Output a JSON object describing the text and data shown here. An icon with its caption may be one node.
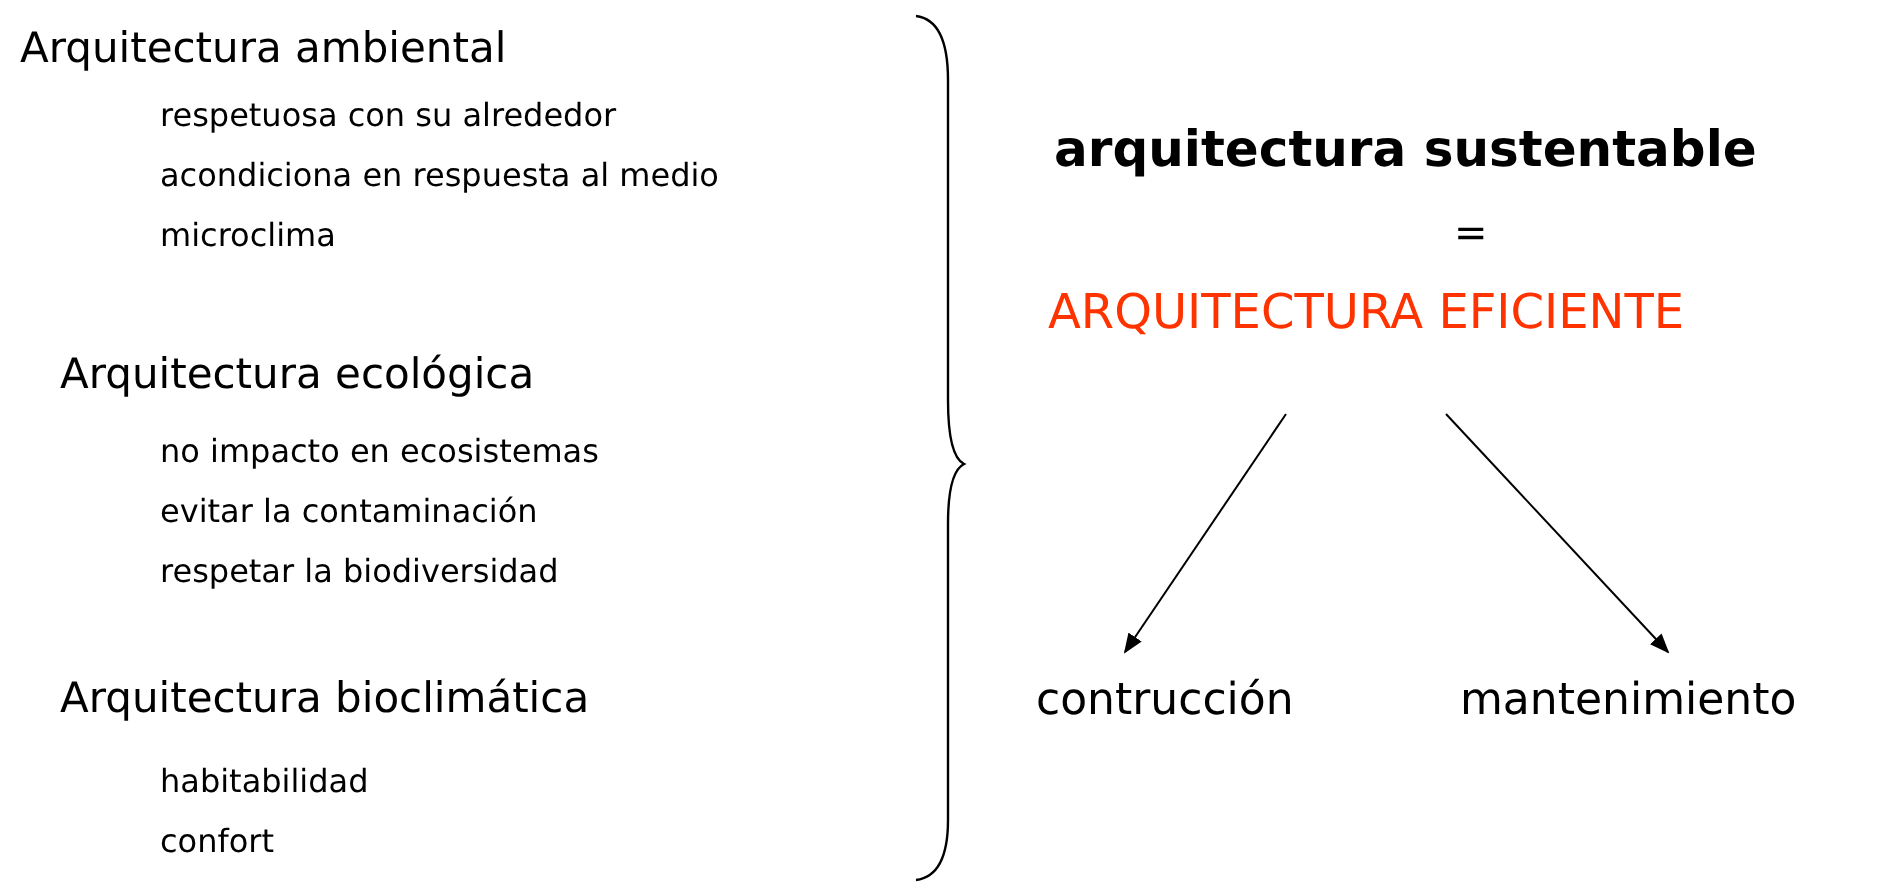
{
  "diagram": {
    "nodes": [
      {
        "text": [
          "ARQUITECTURA EFICIENTE"
        ]
      },
      {
        "text": [
          "contrucción"
        ]
      },
      {
        "text": [
          "mantenimiento"
        ]
      }
    ],
    "edges": [
      {
        "from": 0,
        "to": 1,
        "arrow": "to"
      },
      {
        "from": 0,
        "to": 2,
        "arrow": "to"
      }
    ],
    "labels": [
      "Arquitectura ambiental",
      "respetuosa con su alrededor",
      "acondiciona en respuesta al medio",
      "microclima",
      "Arquitectura ecológica",
      "no impacto en ecosistemas",
      "evitar la contaminación",
      "respetar la biodiversidad",
      "Arquitectura bioclimática",
      "habitabilidad",
      "confort",
      "arquitectura sustentable",
      "="
    ]
  }
}
